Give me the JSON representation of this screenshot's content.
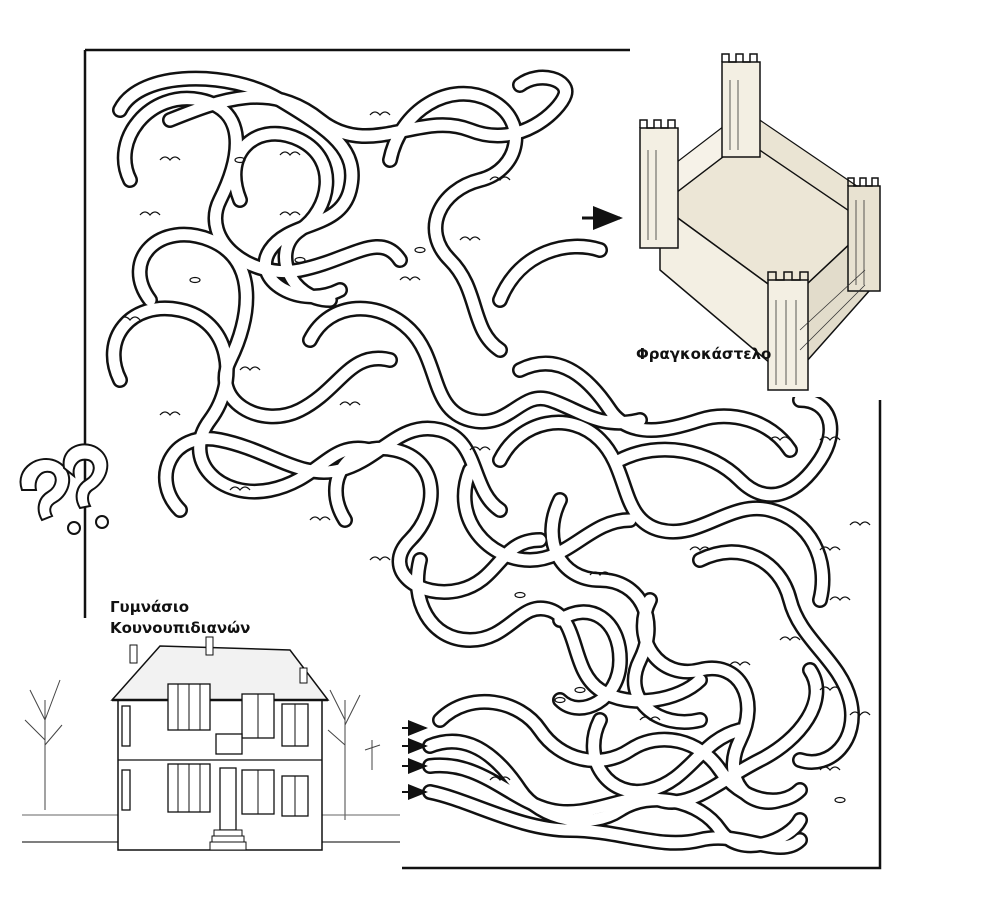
{
  "puzzle": {
    "type": "maze",
    "goal": {
      "label": "Φραγκοκάστελο",
      "icon": "castle-icon"
    },
    "start": {
      "label_line1": "Γυμνάσιο",
      "label_line2": "Κουνουπιδιανών",
      "icon": "school-building-icon",
      "entrance_arrows": 4
    },
    "hint_icon": "question-marks-icon",
    "colors": {
      "ink": "#111111",
      "paper": "#ffffff",
      "castle_wall": "#ece6d6"
    }
  }
}
